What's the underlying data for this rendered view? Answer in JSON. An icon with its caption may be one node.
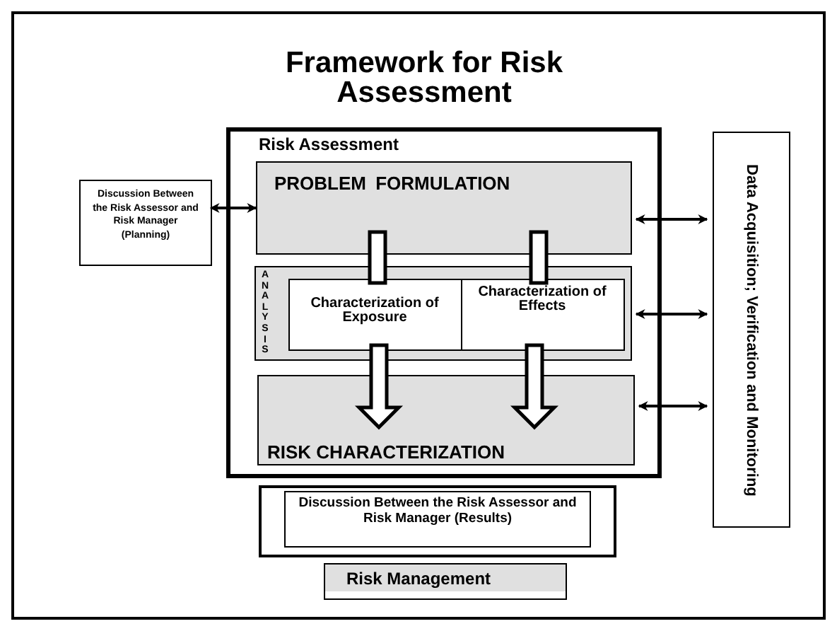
{
  "diagram": {
    "title": "Framework for Risk Assessment",
    "nodes": [
      {
        "text": [
          "Risk Assessment"
        ]
      },
      {
        "text": [
          "PROBLEM FORMULATION"
        ],
        "in": 0
      },
      {
        "text": [
          "ANALYSIS"
        ],
        "in": 0
      },
      {
        "text": [
          "Characterization of Exposure"
        ],
        "in": 2
      },
      {
        "text": [
          "Characterization of Effects"
        ],
        "in": 2
      },
      {
        "text": [
          "RISK CHARACTERIZATION"
        ],
        "in": 0
      },
      {
        "text": [
          "Discussion Between the Risk Assessor and Risk Manager (Planning)"
        ]
      },
      {
        "text": [
          "Data Acquisition; Verification and Monitoring"
        ]
      },
      {
        "text": [
          "Discussion Between the Risk Assessor and Risk Manager (Results)"
        ]
      },
      {
        "text": [
          "Risk Management"
        ]
      }
    ],
    "edges": [
      {
        "from": 6,
        "to": 1,
        "arrow": "both"
      },
      {
        "from": 1,
        "to": 3,
        "arrow": "none",
        "style": "thick"
      },
      {
        "from": 1,
        "to": 4,
        "arrow": "none",
        "style": "thick"
      },
      {
        "from": 3,
        "to": 5,
        "arrow": "to",
        "style": "thick"
      },
      {
        "from": 4,
        "to": 5,
        "arrow": "to",
        "style": "thick"
      },
      {
        "from": 1,
        "to": 7,
        "arrow": "both"
      },
      {
        "from": 2,
        "to": 7,
        "arrow": "both"
      },
      {
        "from": 5,
        "to": 7,
        "arrow": "both"
      }
    ]
  }
}
